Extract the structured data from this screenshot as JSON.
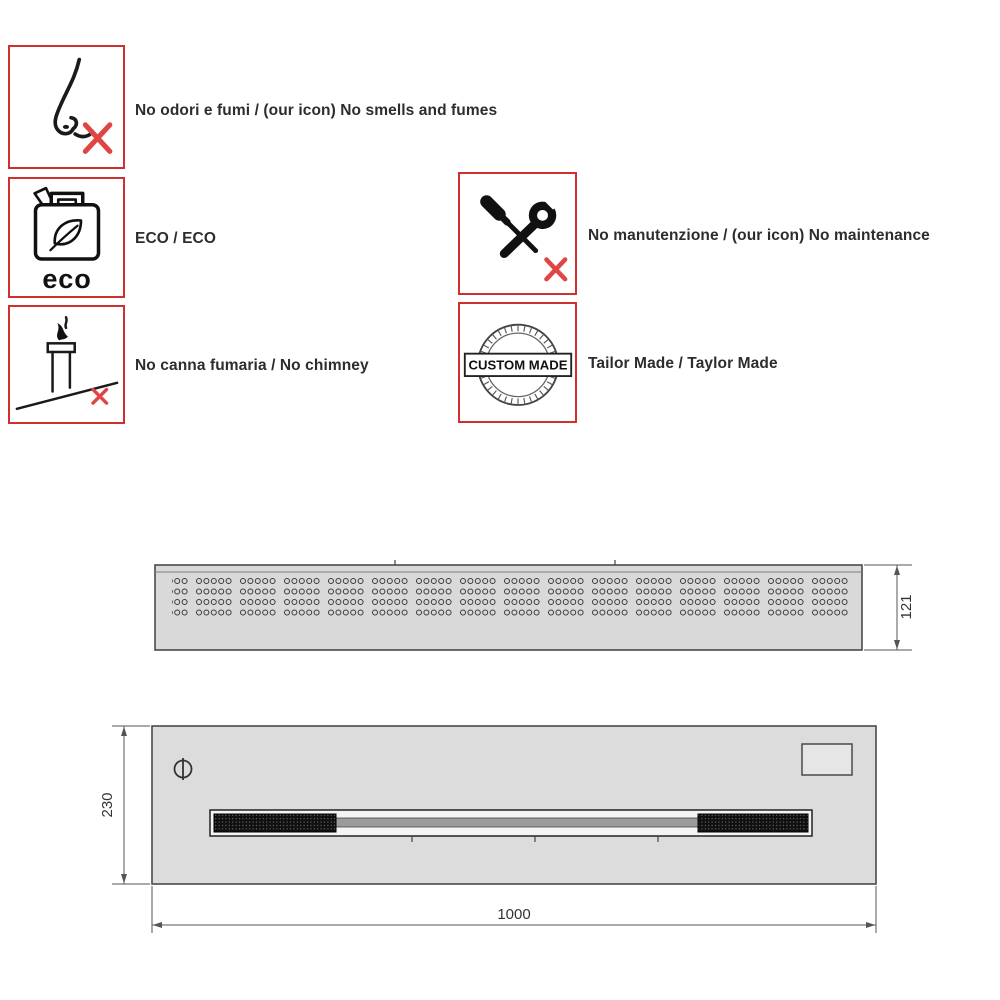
{
  "features": [
    {
      "name": "no-smells",
      "label": "No odori e fumi / (our icon) No smells and fumes"
    },
    {
      "name": "eco",
      "label": "ECO / ECO",
      "icon_text": "eco"
    },
    {
      "name": "no-chimney",
      "label": "No canna fumaria / No chimney"
    },
    {
      "name": "no-maintenance",
      "label": "No manutenzione / (our icon) No maintenance"
    },
    {
      "name": "custom-made",
      "label": "Tailor Made / Taylor Made",
      "stamp_text": "CUSTOM MADE"
    }
  ],
  "drawing": {
    "top_view_depth": "121",
    "front_height": "230",
    "front_width": "1000"
  },
  "colors": {
    "badge_border": "#cf2f2f",
    "cross_red": "#e04545",
    "drawing_fill": "#d9d9d9",
    "line_color": "#4a4a4a"
  }
}
